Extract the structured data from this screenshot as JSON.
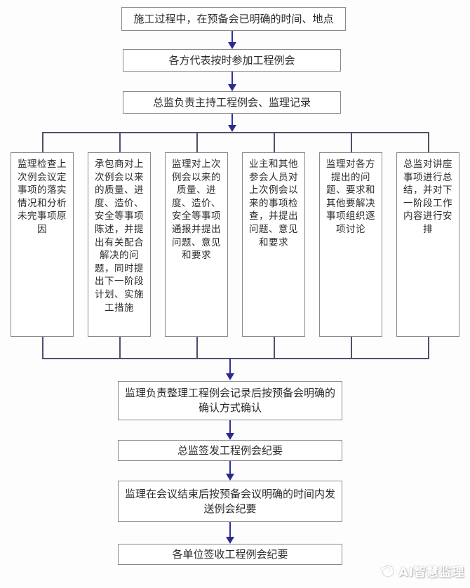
{
  "flow": {
    "step_start": "施工过程中，在预备会已明确的时间、地点",
    "step_attend": "各方代表按时参加工程例会",
    "step_host": "总监负责主持工程例会、监理记录",
    "columns": [
      "监理检查上次例会议定事项的落实情况和分析未完事项原因",
      "承包商对上次例会以来的质量、进度、造价、安全等事项陈述，并提出有关配合解决的问题，同时提出下一阶段计划、实施工措施",
      "监理对上次例会以来的质量、进度、造价、安全等事项通报并提出问题、意见和要求",
      "业主和其他参会人员对上次例会以来的事项检查，并提出问题、意见和要求",
      "监理对各方提出的问题、要求和其他要解决事项组织逐项讨论",
      "总监对讲座事项进行总结，并对下一阶段工作内容进行安排"
    ],
    "step_confirm": "监理负责整理工程例会记录后按预备会明确的确认方式确认",
    "step_sign": "总监签发工程例会纪要",
    "step_send": "监理在会议结束后按预备会议明确的时间内发送例会纪要",
    "step_receive": "各单位签收工程例会纪要"
  },
  "watermark": {
    "label": "AI智慧监理",
    "logo": "wing-circle-logo"
  },
  "colors": {
    "arrow": "#2b2b8a",
    "connector_line": "#50506e",
    "box_border": "#8a8a8a",
    "text": "#2b2b2b",
    "background": "#fdfdfd",
    "watermark_text": "#ffffff"
  }
}
